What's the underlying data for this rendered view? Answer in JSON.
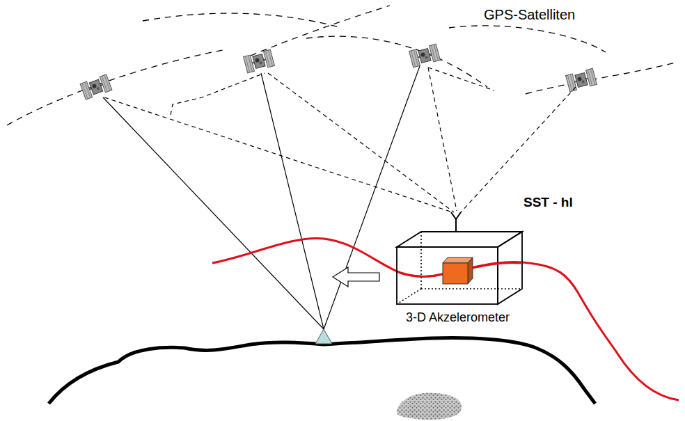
{
  "diagram": {
    "labels": [
      "GPS-Satelliten",
      "SST - hl",
      "3-D Akzelerometer"
    ]
  }
}
